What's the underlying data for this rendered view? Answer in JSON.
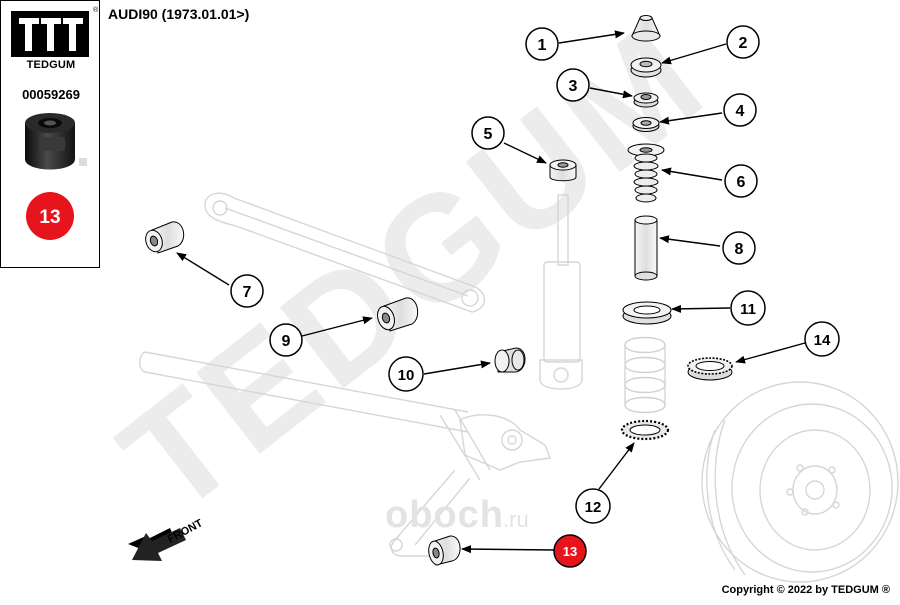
{
  "brand": {
    "name": "TEDGUM",
    "registered_mark": "®",
    "watermark": "TEDGUM"
  },
  "part": {
    "number": "00059269",
    "highlight_callout": "13"
  },
  "vehicle": {
    "title": "AUDI90 (1973.01.01>)"
  },
  "callouts": [
    "1",
    "2",
    "3",
    "4",
    "5",
    "6",
    "7",
    "8",
    "9",
    "10",
    "11",
    "12",
    "13",
    "14"
  ],
  "direction_label": "FRONT",
  "site_watermark": "oboch.ru",
  "copyright": "Copyright © 2022 by TEDGUM ®",
  "colors": {
    "highlight": "#e8141b",
    "outline": "#000000",
    "ghost": "#d8d8d8",
    "watermark": "#ececec"
  }
}
